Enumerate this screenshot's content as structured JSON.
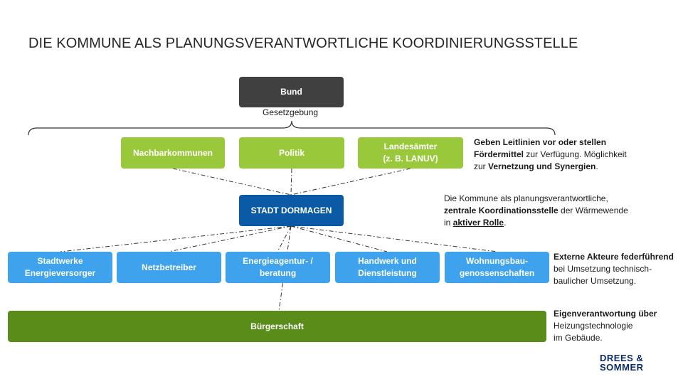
{
  "title": "DIE KOMMUNE ALS PLANUNGSVERANTWORTLICHE KOORDINIERUNGSSTELLE",
  "nodes": {
    "bund": "Bund",
    "gesetzgebung": "Gesetzgebung",
    "nachbarkommunen": "Nachbarkommunen",
    "politik": "Politik",
    "landesaemter_line1": "Landesämter",
    "landesaemter_line2": "(z. B. LANUV)",
    "stadt": "STADT DORMAGEN",
    "stadtwerke_line1": "Stadtwerke",
    "stadtwerke_line2": "Energieversorger",
    "netzbetreiber": "Netzbetreiber",
    "energieagentur_line1": "Energieagentur- /",
    "energieagentur_line2": "beratung",
    "handwerk_line1": "Handwerk und",
    "handwerk_line2": "Dienstleistung",
    "wohnungsbau_line1": "Wohnungsbau-",
    "wohnungsbau_line2": "genossenschaften",
    "buergerschaft": "Bürgerschaft"
  },
  "notes": {
    "n1_l1": "Geben Leitlinien vor oder stellen",
    "n1_l2a": "Fördermittel",
    "n1_l2b": " zur Verfügung. Möglichkeit",
    "n1_l3a": "zur ",
    "n1_l3b": "Vernetzung und Synergien",
    "n1_l3c": ".",
    "n2_l1": "Die Kommune als planungsverantwortliche,",
    "n2_l2a": "zentrale Koordinationsstelle",
    "n2_l2b": " der Wärmewende",
    "n2_l3a": "in ",
    "n2_l3b": "aktiver Rolle",
    "n2_l3c": ".",
    "n3_l1": "Externe Akteure federführend",
    "n3_l2": "bei Umsetzung technisch-",
    "n3_l3": "baulicher Umsetzung.",
    "n4_l1": "Eigenverantwortung über",
    "n4_l2": "Heizungstechnologie",
    "n4_l3": "im Gebäude."
  },
  "logo": {
    "line1": "DREES &",
    "line2": "SOMMER"
  },
  "colors": {
    "bund": "#404040",
    "upper_row": "#99c93a",
    "stadt": "#0b5aa6",
    "lower_row": "#3ea2ec",
    "buergerschaft": "#5a8c1a",
    "logo": "#0d2a6b"
  }
}
